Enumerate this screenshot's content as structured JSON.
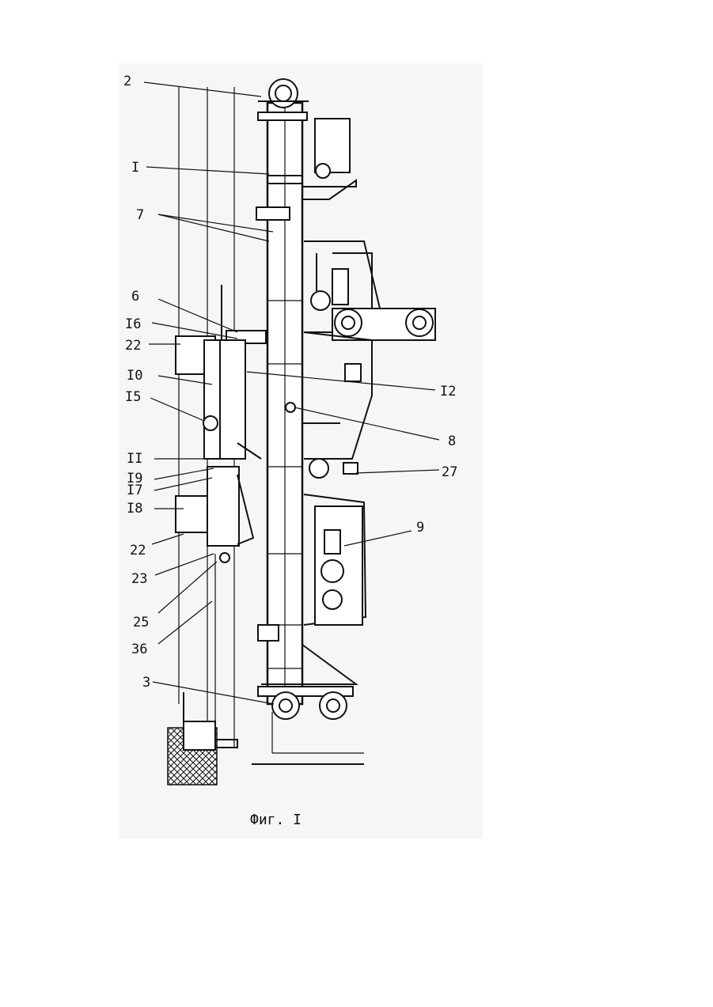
{
  "figure": {
    "caption": "Фиг. I",
    "labels": {
      "l2": "2",
      "l1": "I",
      "l7": "7",
      "l6": "6",
      "l16": "I6",
      "l22a": "22",
      "l10": "I0",
      "l15": "I5",
      "l11": "II",
      "l19": "I9",
      "l17": "I7",
      "l18": "I8",
      "l22b": "22",
      "l23": "23",
      "l25": "25",
      "l36": "36",
      "l3": "3",
      "l12": "I2",
      "l8": "8",
      "l27": "27",
      "l9": "9"
    }
  }
}
